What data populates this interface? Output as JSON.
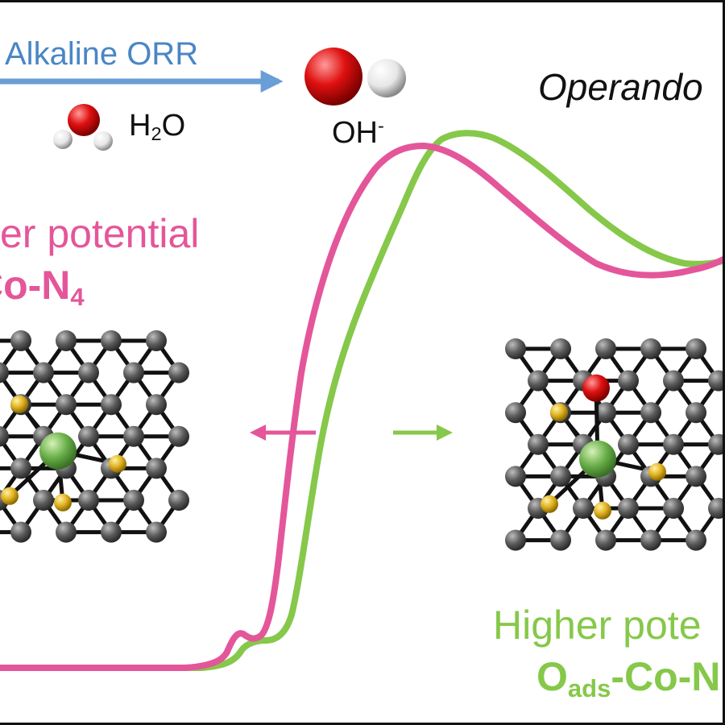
{
  "labels": {
    "reaction": "Alkaline ORR",
    "water_main": "H",
    "water_sub": "2",
    "water_end": "O",
    "hydroxide_main": "OH",
    "hydroxide_sup": "-",
    "operando": "Operando",
    "lower_potential": "er potential",
    "co_n4_main": "Co-N",
    "co_n4_sub": "4",
    "higher_potential": "Higher pote",
    "oads_main": "O",
    "oads_sub": "ads",
    "oads_end": "-Co-N"
  },
  "colors": {
    "pink": "#e4569a",
    "green": "#86c84a",
    "blue": "#4a86c6",
    "carbon": "#5a5a5a",
    "nitrogen": "#e0b020",
    "cobalt": "#6ab04a",
    "oxygen": "#e01010",
    "hydrogen": "#e8e8e8"
  }
}
